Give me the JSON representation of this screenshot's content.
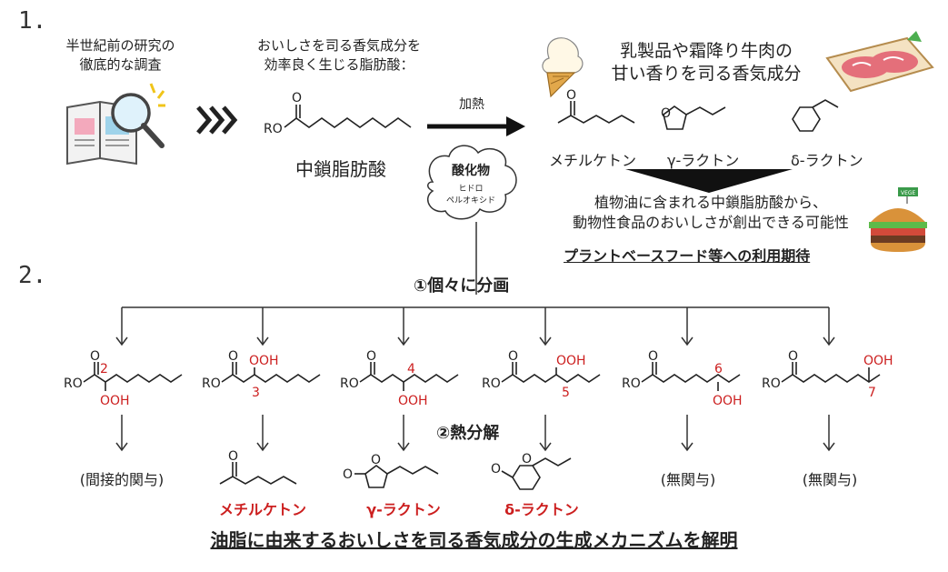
{
  "sections": {
    "one": "1.",
    "two": "2."
  },
  "intro": {
    "research_l1": "半世紀前の研究の",
    "research_l2": "徹底的な調査",
    "fatty_l1": "おいしさを司る香気成分を",
    "fatty_l2": "効率良く生じる脂肪酸："
  },
  "mcfa_label": "中鎖脂肪酸",
  "heating_label": "加熱",
  "aroma_title_l1": "乳製品や霜降り牛肉の",
  "aroma_title_l2": "甘い香りを司る香気成分",
  "products_top": [
    "メチルケトン",
    "γ-ラクトン",
    "δ-ラクトン"
  ],
  "oxide_cloud": {
    "title": "酸化物",
    "sub1": "ヒドロ",
    "sub2": "ペルオキシド"
  },
  "conclusion_l1": "植物油に含まれる中鎖脂肪酸から、",
  "conclusion_l2": "動物性食品のおいしさが創出できる可能性",
  "expectation": "プラントベースフード等への利用期待",
  "step1": "①個々に分画",
  "step2": "②熱分解",
  "positions": [
    "2",
    "3",
    "4",
    "5",
    "6",
    "7"
  ],
  "atoms": {
    "ro": "RO",
    "ooh": "OOH",
    "o": "O"
  },
  "outcomes": [
    "(間接的関与)",
    "メチルケトン",
    "γ-ラクトン",
    "δ-ラクトン",
    "(無関与)",
    "(無関与)"
  ],
  "final_statement": "油脂に由来するおいしさを司る香気成分の生成メカニズムを解明",
  "burger_flag": "VEGE",
  "colors": {
    "accent_red": "#cc1f1f",
    "ink": "#222222"
  },
  "icons": [
    "magnifier-book-icon",
    "chevrons-icon",
    "ice-cream-icon",
    "meat-tray-icon",
    "burger-icon"
  ]
}
